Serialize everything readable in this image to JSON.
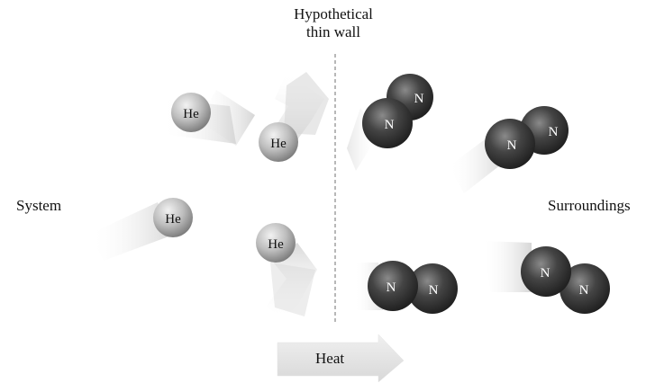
{
  "labels": {
    "wall_line1": "Hypothetical",
    "wall_line2": "thin wall",
    "system": "System",
    "surroundings": "Surroundings",
    "heat": "Heat"
  },
  "atoms": {
    "helium_symbol": "He",
    "nitrogen_symbol": "N"
  },
  "colors": {
    "helium": "#b5b5b5",
    "nitrogen": "#3f3f3f",
    "trail": "#d9d9d9",
    "wall": "#888888"
  }
}
